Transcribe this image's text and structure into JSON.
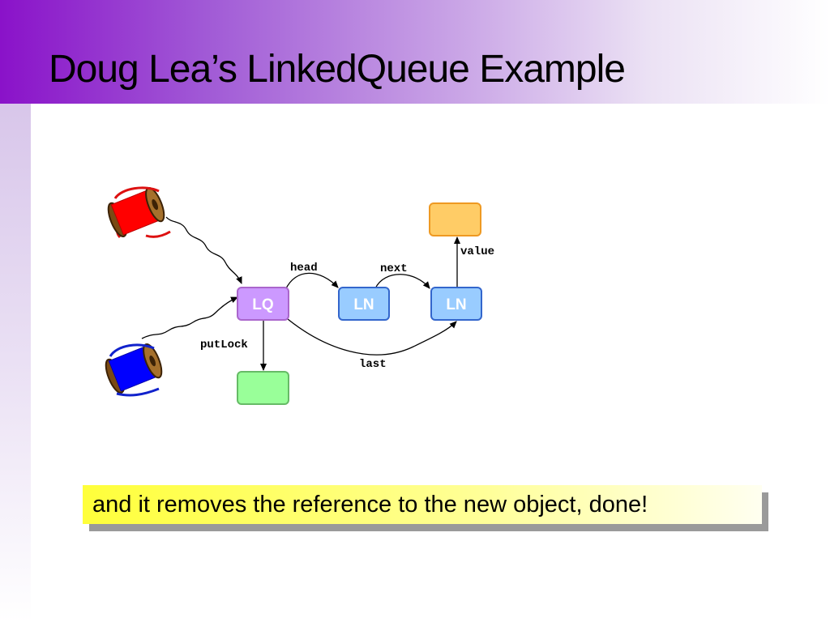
{
  "slide": {
    "title": "Doug Lea’s LinkedQueue Example"
  },
  "diagram": {
    "nodes": {
      "lq": "LQ",
      "ln1": "LN",
      "ln2": "LN"
    },
    "edges": {
      "head": "head",
      "next": "next",
      "value": "value",
      "putlock": "putLock",
      "last": "last"
    },
    "colors": {
      "lq_fill": "#cc99ff",
      "lq_stroke": "#aa66cc",
      "ln_fill": "#99ccff",
      "ln_stroke": "#3366cc",
      "value_fill": "#ffcc66",
      "value_stroke": "#ee9922",
      "lock_fill": "#99ff99",
      "lock_stroke": "#66bb66",
      "thread_red": "#ff0000",
      "thread_blue": "#0000ff"
    },
    "icons": [
      "red-thread-spool-icon",
      "blue-thread-spool-icon"
    ]
  },
  "caption": {
    "text": "and it removes the reference to the new object, done!"
  }
}
